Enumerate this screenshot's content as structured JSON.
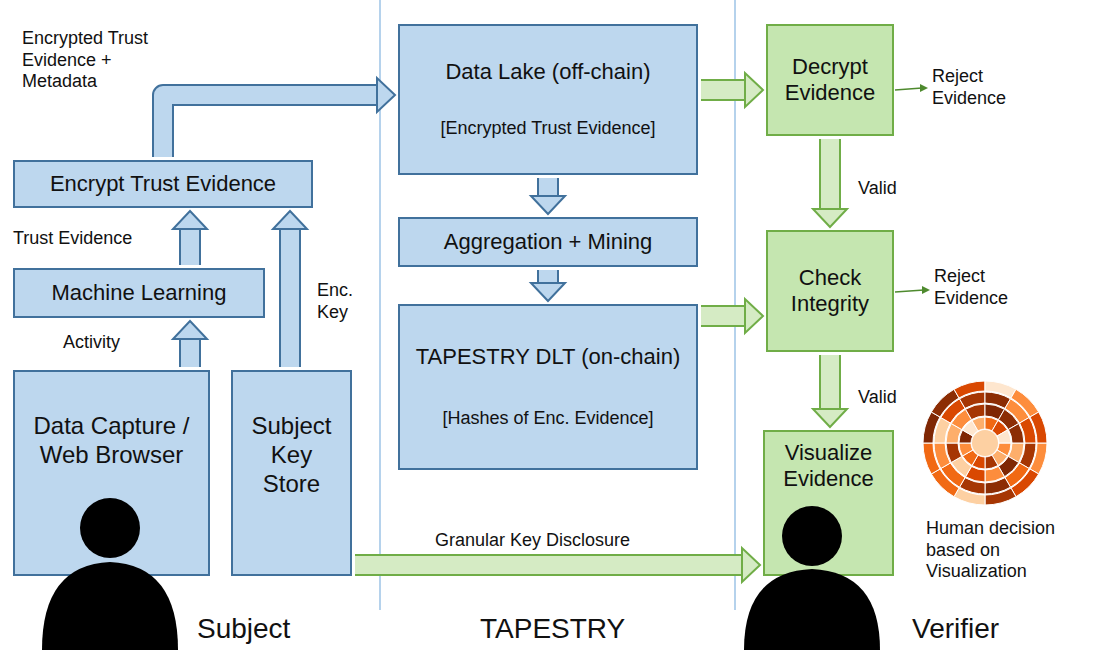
{
  "diagram": {
    "nodes": [
      {
        "text": [
          "Data Capture / Web Browser"
        ]
      },
      {
        "text": [
          "Subject Key Store"
        ]
      },
      {
        "text": [
          "Machine Learning"
        ]
      },
      {
        "text": [
          "Encrypt Trust Evidence"
        ]
      },
      {
        "text": [
          "Data Lake (off-chain)",
          "[Encrypted Trust Evidence]"
        ]
      },
      {
        "text": [
          "Aggregation + Mining"
        ]
      },
      {
        "text": [
          "TAPESTRY DLT (on-chain)",
          "[Hashes of Enc. Evidence]"
        ]
      },
      {
        "text": [
          "Decrypt Evidence"
        ]
      },
      {
        "text": [
          "Check Integrity"
        ]
      },
      {
        "text": [
          "Visualize Evidence"
        ]
      }
    ],
    "edges": [
      {
        "from": 0,
        "to": 2,
        "label": "Activity",
        "arrow": "to"
      },
      {
        "from": 2,
        "to": 3,
        "label": "Trust Evidence",
        "arrow": "to"
      },
      {
        "from": 1,
        "to": 3,
        "label": "Enc. Key",
        "arrow": "to"
      },
      {
        "from": 3,
        "to": 4,
        "label": "Encrypted Trust Evidence + Metadata",
        "arrow": "to"
      },
      {
        "from": 4,
        "to": 5,
        "arrow": "to"
      },
      {
        "from": 5,
        "to": 6,
        "arrow": "to"
      },
      {
        "from": 4,
        "to": 7,
        "arrow": "to"
      },
      {
        "from": 6,
        "to": 8,
        "arrow": "to"
      },
      {
        "from": 7,
        "to": 8,
        "label": "Valid",
        "arrow": "to"
      },
      {
        "from": 8,
        "to": 9,
        "label": "Valid",
        "arrow": "to"
      },
      {
        "from": 1,
        "to": 9,
        "label": "Granular Key Disclosure",
        "arrow": "to"
      }
    ],
    "labels": [
      "Reject Evidence",
      "Reject Evidence",
      "Subject",
      "TAPESTRY",
      "Verifier",
      "Human decision based on Visualization"
    ]
  }
}
